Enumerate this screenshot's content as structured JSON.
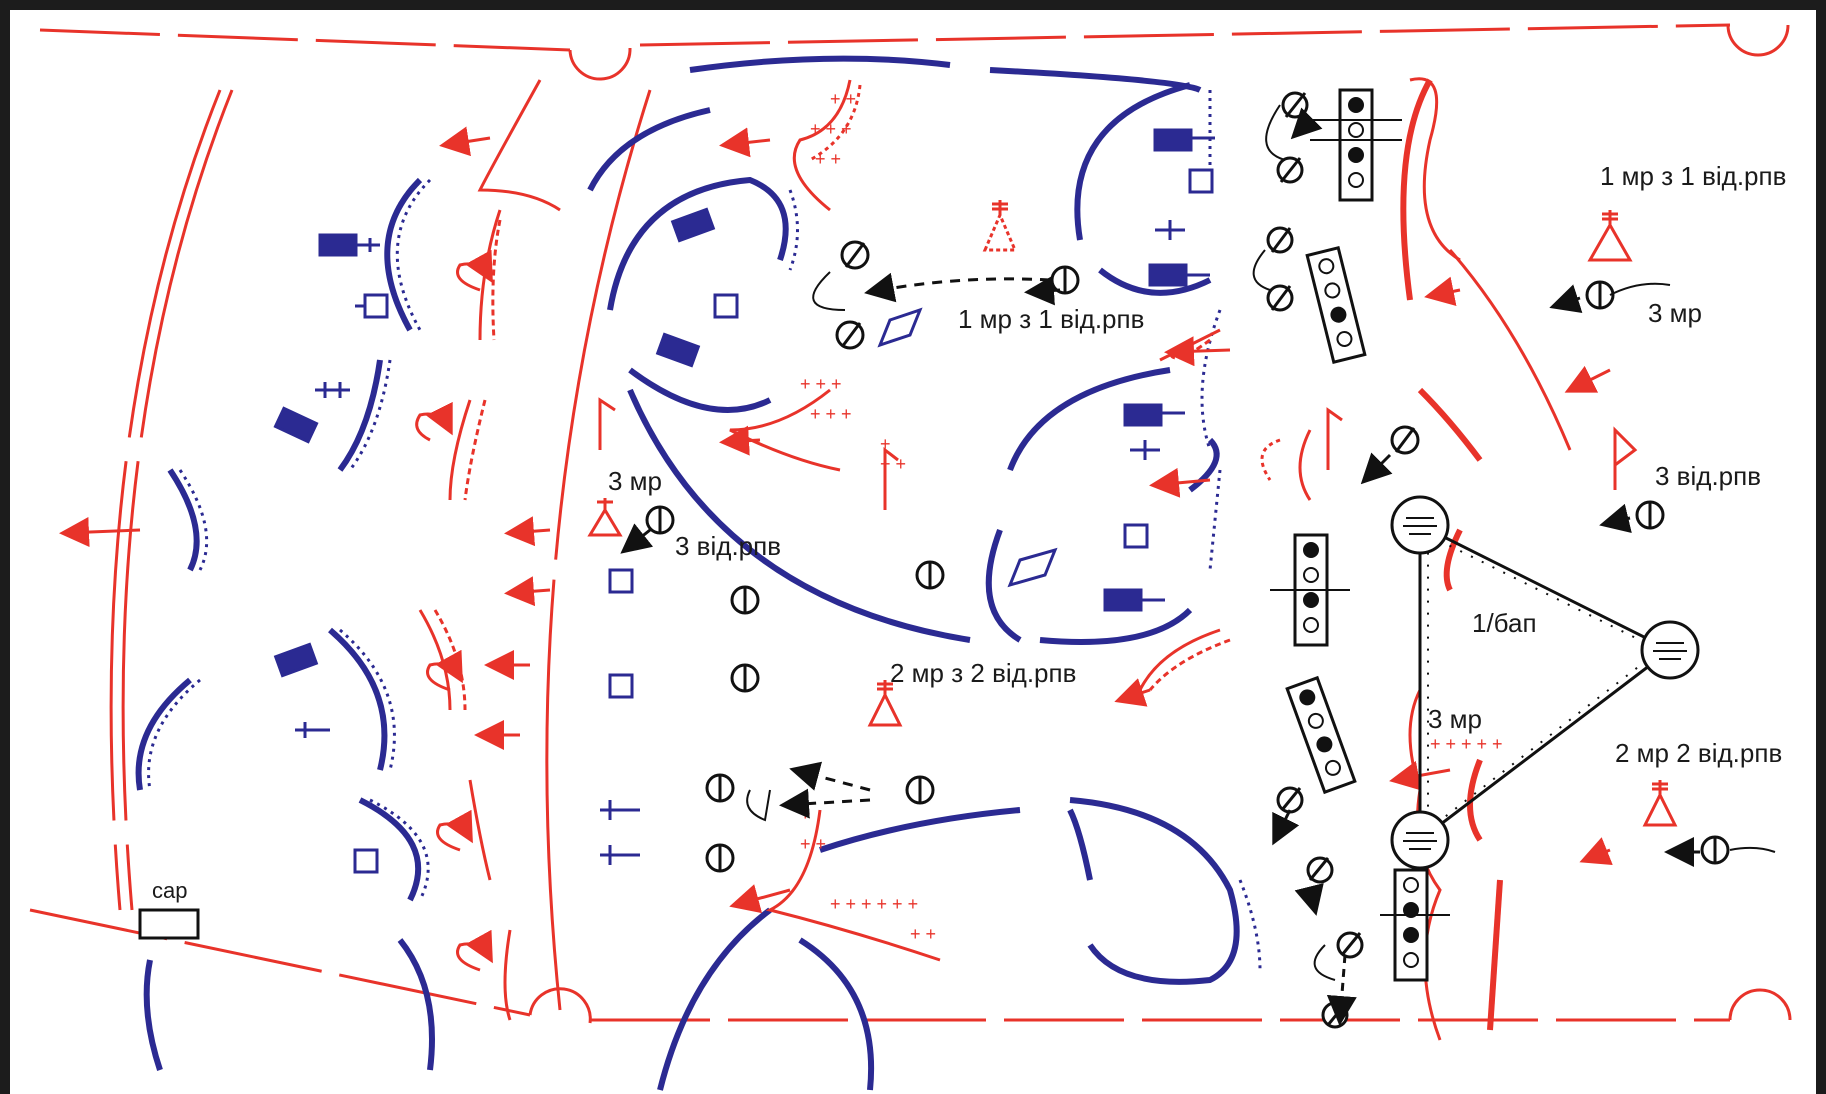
{
  "map": {
    "labels": {
      "rpv1_a": "1 мр з 1 від.рпв",
      "rpv1_b": "1 мр з 1 від.рпв",
      "mr3_a": "3 мр",
      "mr3_b": "3 мр",
      "mr3_c": "3 мр",
      "rpv3_a": "3 від.рпв",
      "rpv3_b": "3 від.рпв",
      "mr2_rpv2_a": "2 мр з 2 від.рпв",
      "mr2_rpv2_b": "2 мр 2 від.рпв",
      "bap": "1/бап",
      "sap": "сар"
    },
    "colors": {
      "friendly": "#2b2a92",
      "enemy": "#e8332a",
      "neutral": "#111111"
    },
    "symbols": [
      "tank-icon",
      "apc-icon",
      "antitank-icon",
      "flag-icon",
      "command-post-icon",
      "artillery-icon",
      "engineer-icon",
      "mine-field-icon"
    ]
  }
}
